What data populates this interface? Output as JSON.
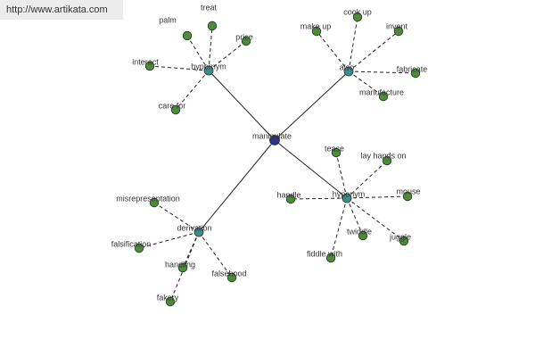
{
  "site": {
    "link_text": "http://www.artikata.com"
  },
  "colors": {
    "center": "#2e2f8f",
    "relation": "#3f8a8a",
    "leaf": "#4f8a3c"
  },
  "graph": {
    "center": {
      "id": "manipulate",
      "label": "manipulate"
    },
    "relations": [
      {
        "id": "hypernym",
        "label": "hypernym",
        "leaves": [
          "palm",
          "treat",
          "price",
          "interact",
          "care for"
        ]
      },
      {
        "id": "also",
        "label": "also",
        "leaves": [
          "make up",
          "cook up",
          "invent",
          "fabricate",
          "manufacture"
        ]
      },
      {
        "id": "hyponym",
        "label": "hyponym",
        "leaves": [
          "tease",
          "lay hands on",
          "handle",
          "mouse",
          "twiddle",
          "juggle",
          "fiddle with"
        ]
      },
      {
        "id": "derivation",
        "label": "derivation",
        "leaves": [
          "misrepresentation",
          "falsification",
          "handling",
          "falsehood",
          "fakery"
        ]
      }
    ]
  }
}
